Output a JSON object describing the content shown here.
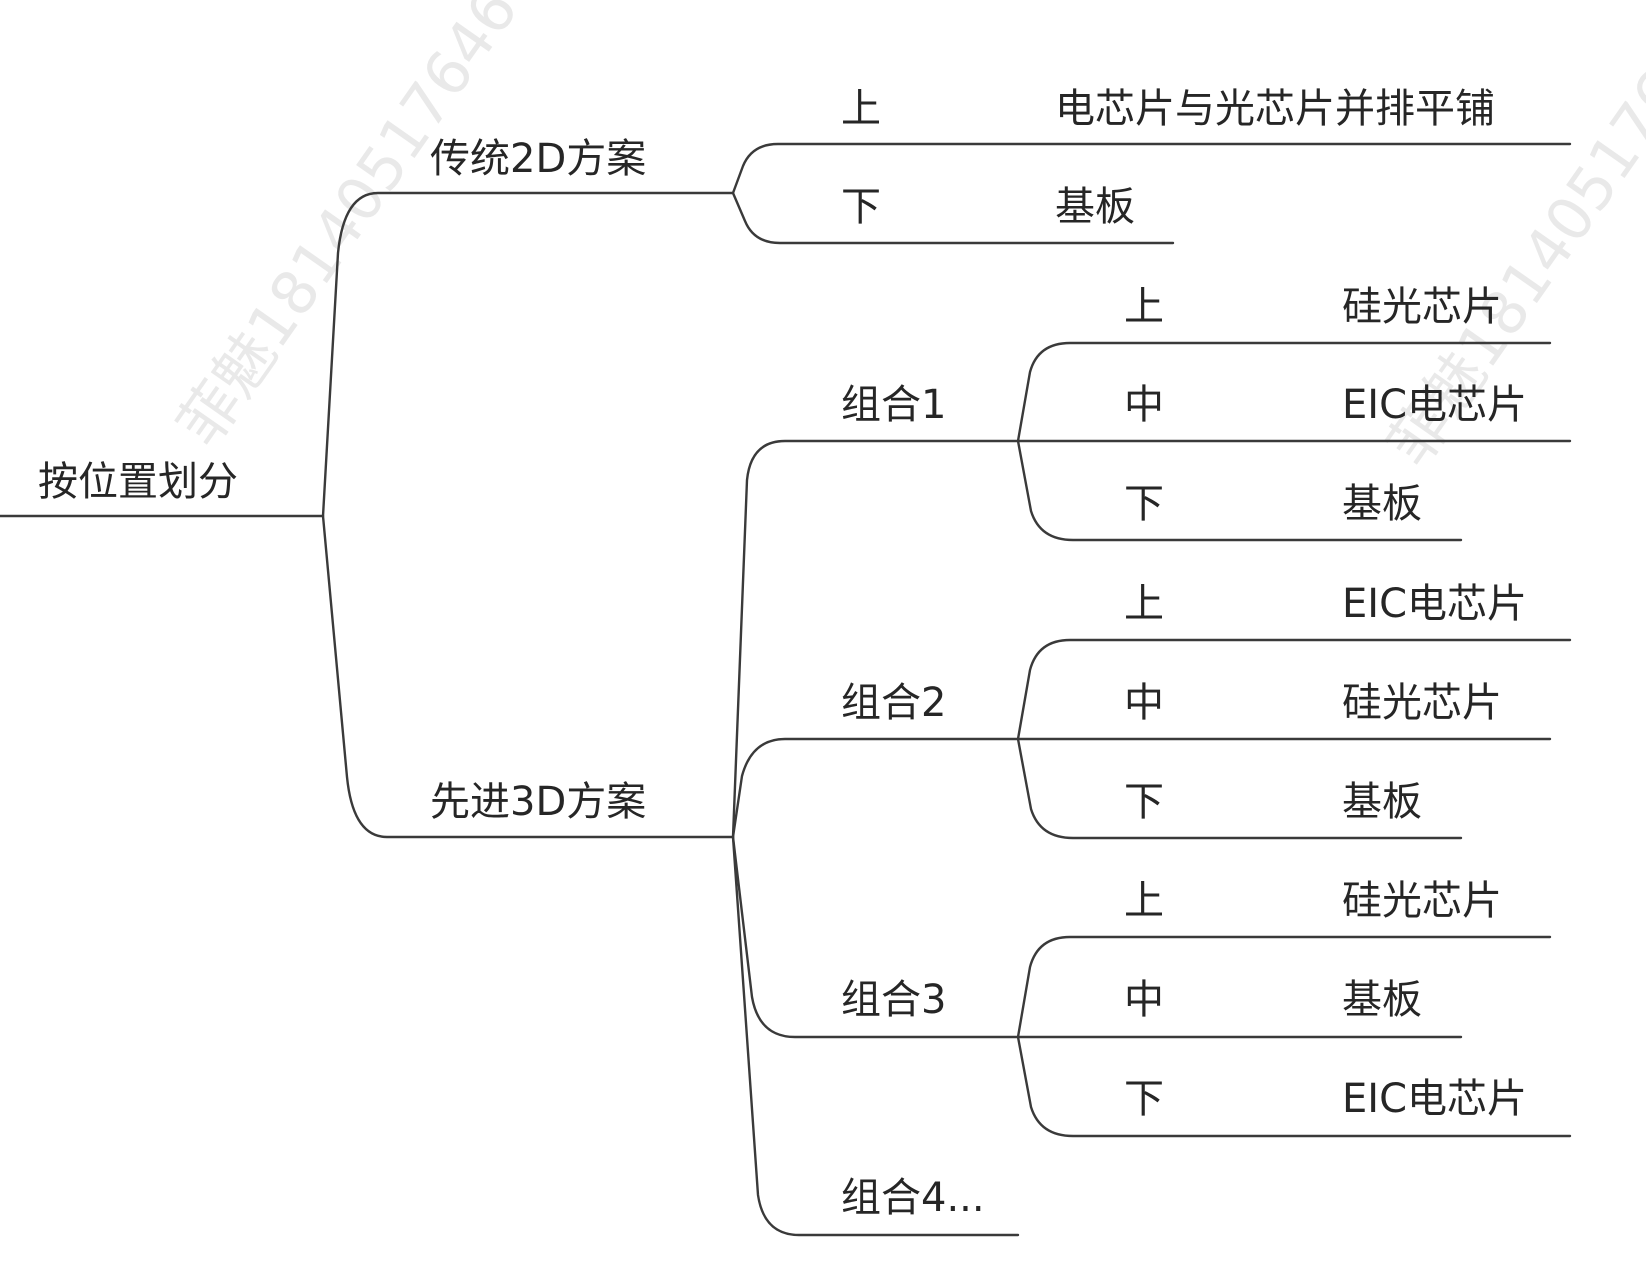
{
  "watermark": "菲魅18140517646",
  "root": {
    "label": "按位置划分"
  },
  "branches": [
    {
      "label": "传统2D方案",
      "children": [
        {
          "pos": "上",
          "value": "电芯片与光芯片并排平铺"
        },
        {
          "pos": "下",
          "value": "基板"
        }
      ]
    },
    {
      "label": "先进3D方案",
      "groups": [
        {
          "label": "组合1",
          "children": [
            {
              "pos": "上",
              "value": "硅光芯片"
            },
            {
              "pos": "中",
              "value": "EIC电芯片"
            },
            {
              "pos": "下",
              "value": "基板"
            }
          ]
        },
        {
          "label": "组合2",
          "children": [
            {
              "pos": "上",
              "value": "EIC电芯片"
            },
            {
              "pos": "中",
              "value": "硅光芯片"
            },
            {
              "pos": "下",
              "value": "基板"
            }
          ]
        },
        {
          "label": "组合3",
          "children": [
            {
              "pos": "上",
              "value": "硅光芯片"
            },
            {
              "pos": "中",
              "value": "基板"
            },
            {
              "pos": "下",
              "value": "EIC电芯片"
            }
          ]
        },
        {
          "label": "组合4...",
          "children": []
        }
      ]
    }
  ]
}
